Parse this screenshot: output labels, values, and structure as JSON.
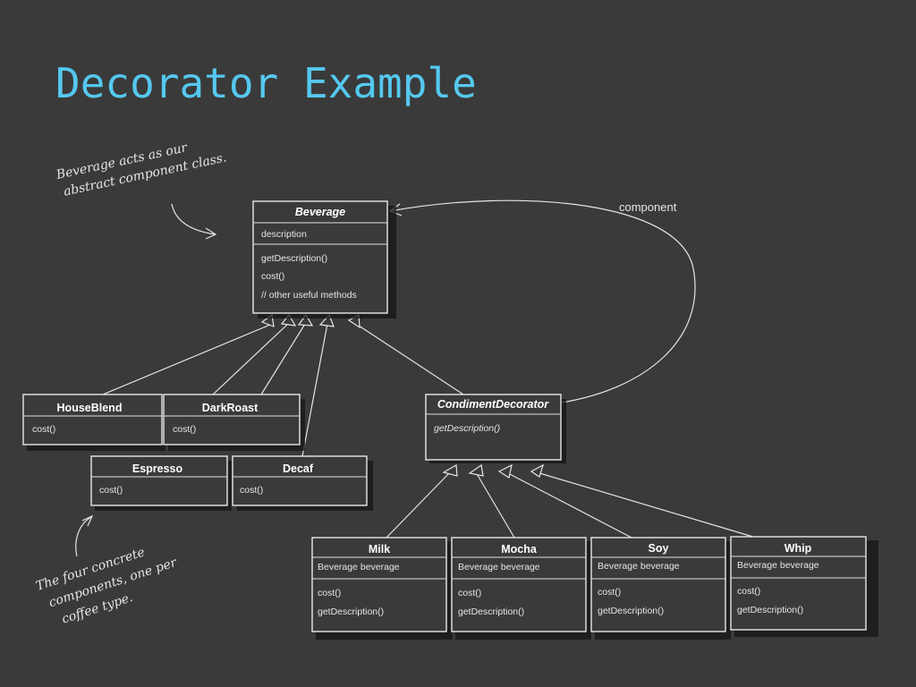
{
  "slide": {
    "title": "Decorator Example"
  },
  "notes": {
    "beverage_note": [
      "Beverage acts as our",
      "abstract component class."
    ],
    "concrete_note": [
      "The four concrete",
      "components, one per",
      "coffee type."
    ]
  },
  "association_label": "component",
  "classes": {
    "beverage": {
      "name": "Beverage",
      "attributes": [
        "description"
      ],
      "methods": [
        "getDescription()",
        "cost()",
        "// other useful methods"
      ]
    },
    "houseblend": {
      "name": "HouseBlend",
      "methods": [
        "cost()"
      ]
    },
    "darkroast": {
      "name": "DarkRoast",
      "methods": [
        "cost()"
      ]
    },
    "espresso": {
      "name": "Espresso",
      "methods": [
        "cost()"
      ]
    },
    "decaf": {
      "name": "Decaf",
      "methods": [
        "cost()"
      ]
    },
    "condiment": {
      "name": "CondimentDecorator",
      "methods": [
        "getDescription()"
      ]
    },
    "milk": {
      "name": "Milk",
      "attributes": [
        "Beverage beverage"
      ],
      "methods": [
        "cost()",
        "getDescription()"
      ]
    },
    "mocha": {
      "name": "Mocha",
      "attributes": [
        "Beverage beverage"
      ],
      "methods": [
        "cost()",
        "getDescription()"
      ]
    },
    "soy": {
      "name": "Soy",
      "attributes": [
        "Beverage beverage"
      ],
      "methods": [
        "cost()",
        "getDescription()"
      ]
    },
    "whip": {
      "name": "Whip",
      "attributes": [
        "Beverage beverage"
      ],
      "methods": [
        "cost()",
        "getDescription()"
      ]
    }
  }
}
